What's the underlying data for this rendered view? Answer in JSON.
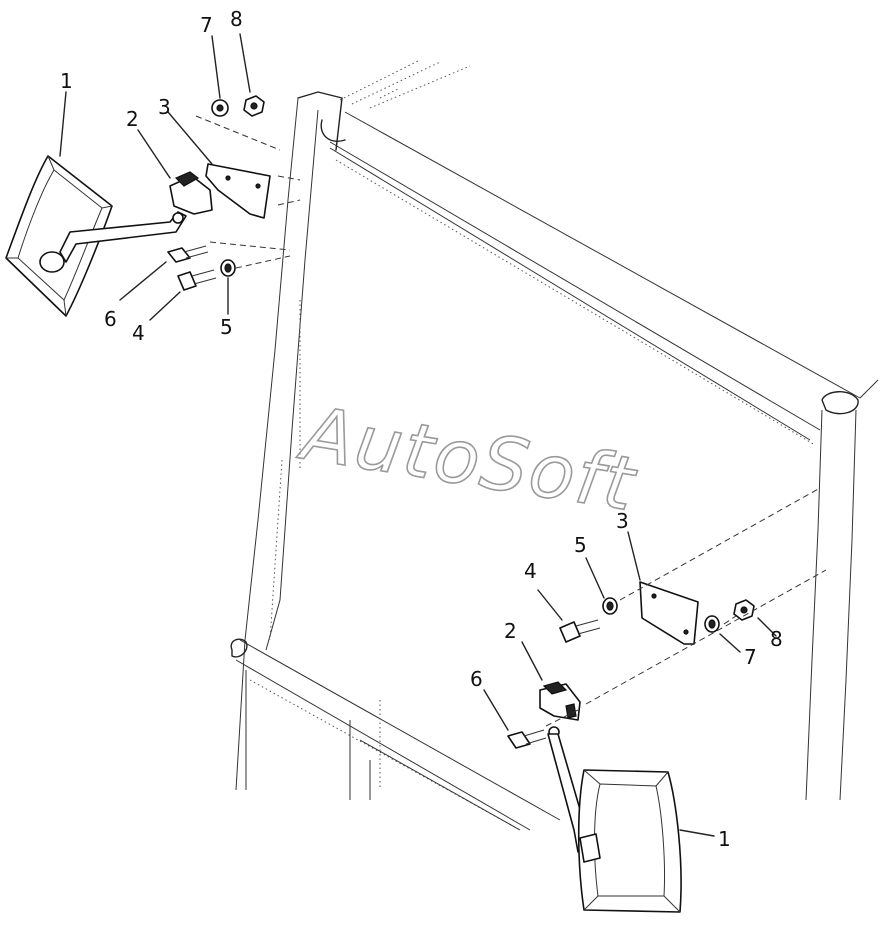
{
  "watermark": "AutoSoft",
  "callouts": {
    "left_1": "1",
    "left_2": "2",
    "left_3": "3",
    "left_4": "4",
    "left_5": "5",
    "left_6": "6",
    "left_7": "7",
    "left_8": "8",
    "right_1": "1",
    "right_2": "2",
    "right_3": "3",
    "right_4": "4",
    "right_5": "5",
    "right_6": "6",
    "right_7": "7",
    "right_8": "8"
  }
}
